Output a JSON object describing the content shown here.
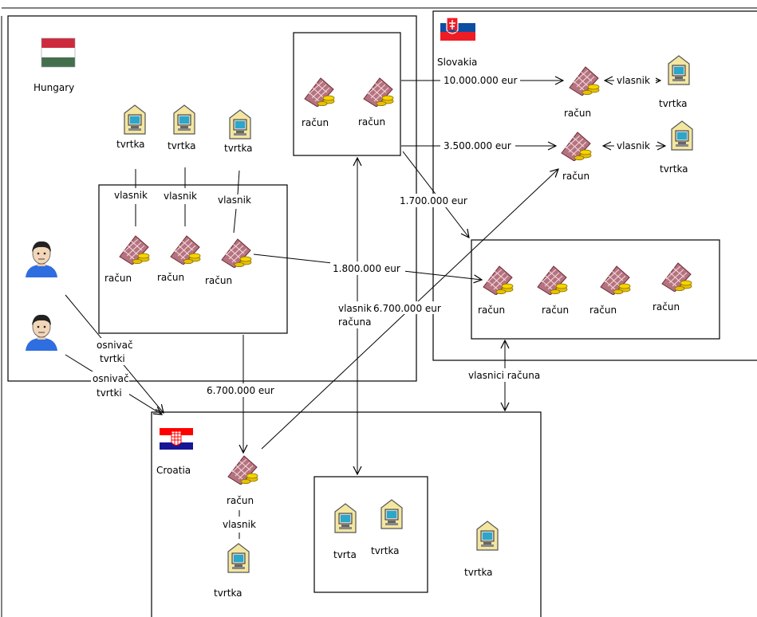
{
  "countries": {
    "hungary": "Hungary",
    "slovakia": "Slovakia",
    "croatia": "Croatia"
  },
  "nodes": {
    "firm_label": "tvrtka",
    "firm_label_alt": "tvrta",
    "account_label": "račun",
    "owner_label": "vlasnik"
  },
  "edges": {
    "tx_10m": "10.000.000 eur",
    "tx_3_5m": "3.500.000 eur",
    "tx_1_7m": "1.700.000 eur",
    "tx_1_8m": "1.800.000 eur",
    "tx_6_7m_a": "6.700.000 eur",
    "tx_6_7m_b": "6.700.000 eur",
    "account_owner_line1": "vlasnik",
    "account_owner_line2": "računa",
    "account_owners": "vlasnici računa",
    "founder_line1": "osnivač",
    "founder_line2": "tvrtki"
  },
  "colors": {
    "flag_hu": [
      "#cd2a3e",
      "#ffffff",
      "#436f4d"
    ],
    "flag_sk": [
      "#ffffff",
      "#0b4ea2",
      "#ee1c25"
    ],
    "flag_hr": [
      "#ff0000",
      "#ffffff",
      "#171796"
    ],
    "account_roof": "#b5737f",
    "coin": "#e6c200",
    "firm_body": "#f3e6a0",
    "person_shirt": "#2f6ee0"
  }
}
